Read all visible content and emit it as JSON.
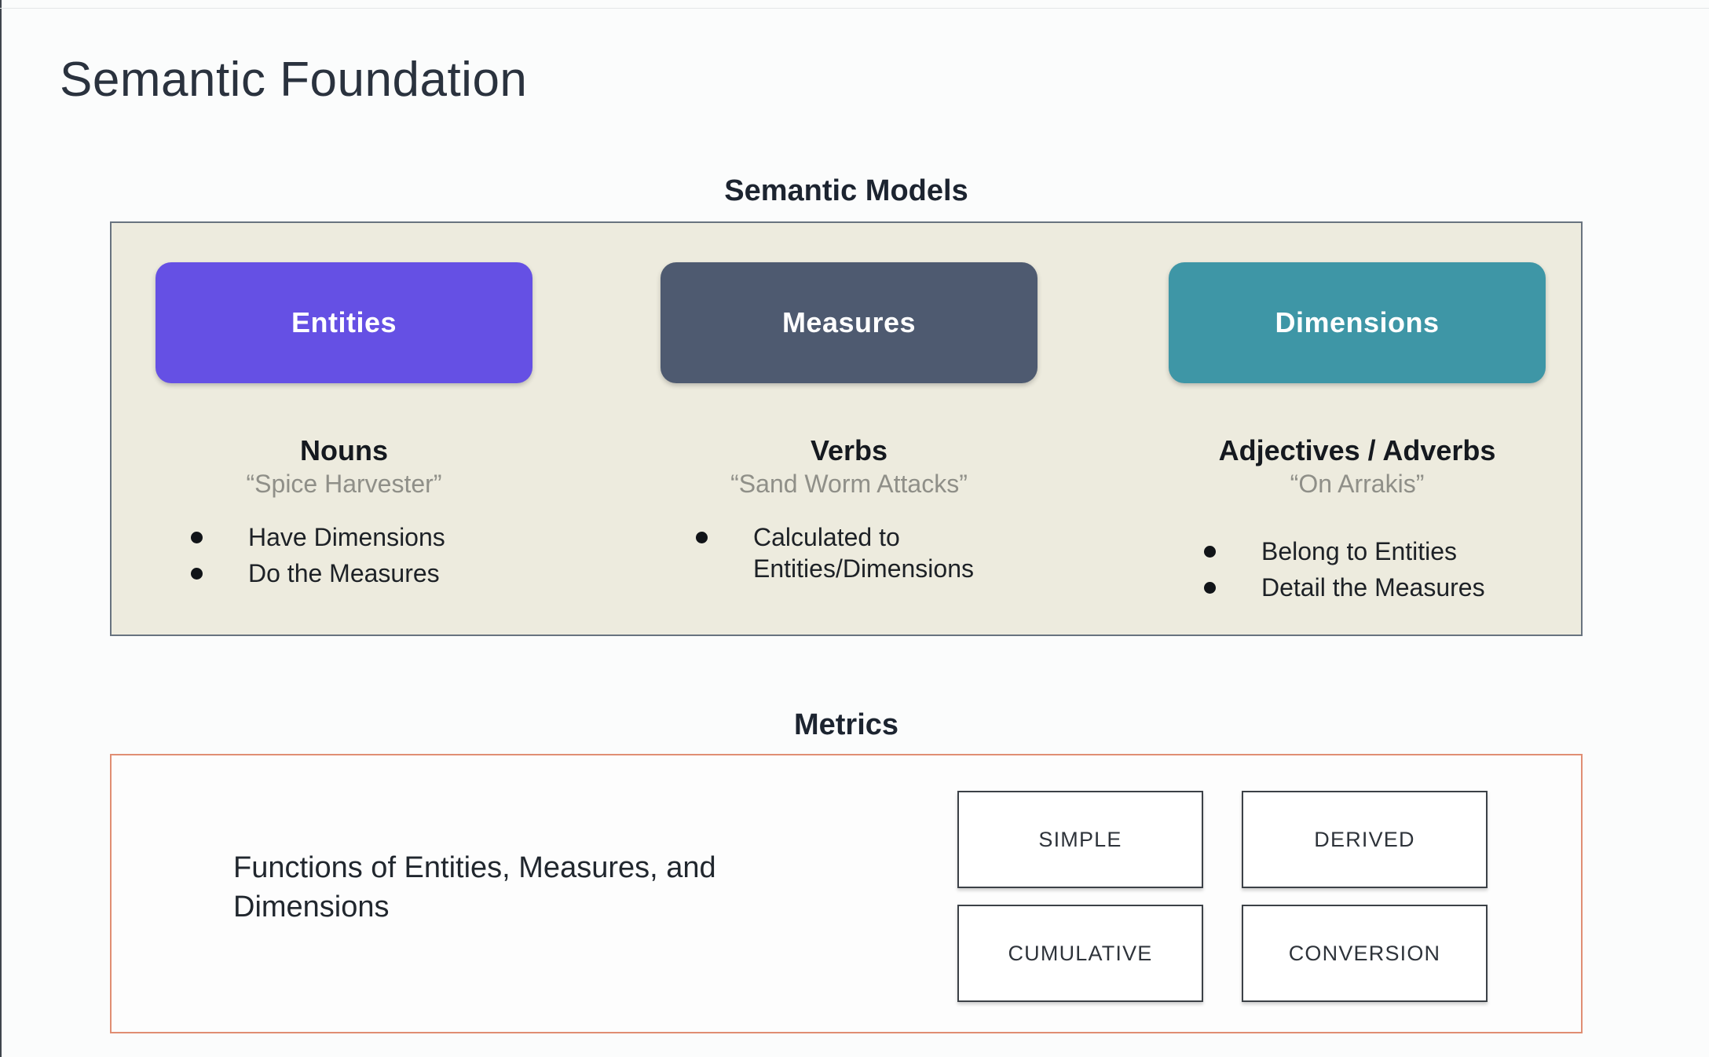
{
  "slide": {
    "title": "Semantic Foundation"
  },
  "semantic_models": {
    "heading": "Semantic Models",
    "panel_bg_color": "#edebde",
    "panel_border_color": "#68737f",
    "columns": [
      {
        "button": "Entities",
        "button_color": "#6550e4",
        "role": "Nouns",
        "example": "“Spice Harvester”",
        "bullets": [
          "Have Dimensions",
          "Do the Measures"
        ]
      },
      {
        "button": "Measures",
        "button_color": "#4e5a70",
        "role": "Verbs",
        "example": "“Sand Worm Attacks”",
        "bullets": [
          "Calculated to Entities/Dimensions"
        ]
      },
      {
        "button": "Dimensions",
        "button_color": "#3e96a6",
        "role": "Adjectives / Adverbs",
        "example": "“On Arrakis”",
        "bullets": [
          "Belong to Entities",
          "Detail the Measures"
        ]
      }
    ]
  },
  "metrics": {
    "heading": "Metrics",
    "description": "Functions of Entities, Measures, and Dimensions",
    "border_color": "#e08e73",
    "types": [
      "SIMPLE",
      "DERIVED",
      "CUMULATIVE",
      "CONVERSION"
    ]
  }
}
